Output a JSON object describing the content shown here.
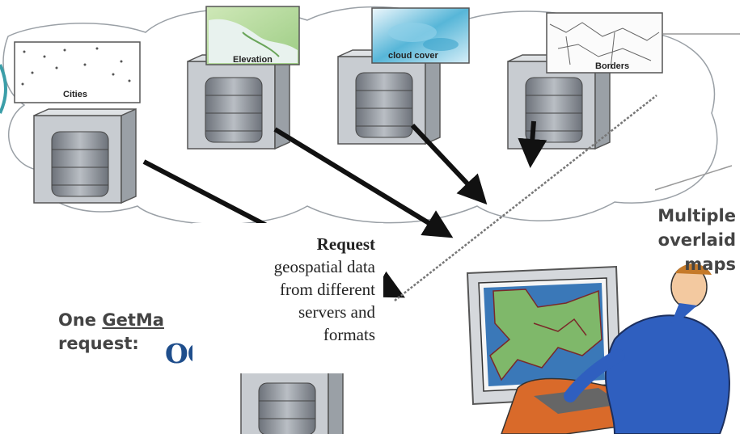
{
  "maps": {
    "cities": "Cities",
    "elevation": "Elevation",
    "cloud_cover": "cloud cover",
    "borders": "Borders"
  },
  "labels": {
    "multiple_line1": "Multiple",
    "multiple_line2": "overlaid",
    "multiple_line3": "maps",
    "one_prefix": "One ",
    "getmap": "GetMa",
    "request_word": "request:",
    "ogc": "OGC"
  },
  "overlay": {
    "title": "Request",
    "line1": "geospatial data",
    "line2": "from different",
    "line3": "servers and",
    "line4": "formats"
  },
  "colors": {
    "accent_blue": "#1f4e8c",
    "server_gray": "#8a8f96",
    "arrow": "#111111"
  }
}
